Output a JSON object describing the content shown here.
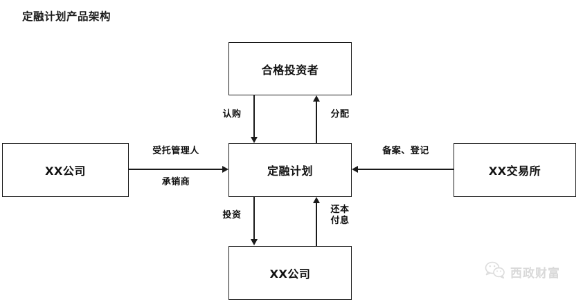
{
  "title": "定融计划产品架构",
  "nodes": {
    "top": {
      "label": "合格投资者"
    },
    "center": {
      "label": "定融计划"
    },
    "bottom": {
      "label": "XX公司"
    },
    "left": {
      "label": "XX公司"
    },
    "right": {
      "label": "XX交易所"
    }
  },
  "edges": {
    "subscribe": {
      "label": "认购",
      "from": "top",
      "to": "center",
      "direction": "down"
    },
    "distribute": {
      "label": "分配",
      "from": "center",
      "to": "top",
      "direction": "up"
    },
    "trustee": {
      "label": "受托管理人",
      "from": "left",
      "to": "center",
      "direction": "right"
    },
    "underwriter": {
      "label": "承销商",
      "from": "left",
      "to": "center",
      "direction": "right"
    },
    "filing": {
      "label": "备案、登记",
      "from": "right",
      "to": "center",
      "direction": "left"
    },
    "invest": {
      "label": "投资",
      "from": "center",
      "to": "bottom",
      "direction": "down"
    },
    "repay": {
      "label": "还本\n付息",
      "from": "bottom",
      "to": "center",
      "direction": "up"
    }
  },
  "watermark": {
    "icon": "wechat-icon",
    "text": "西政财富",
    "color": "#d9d9d9"
  },
  "colors": {
    "stroke": "#1a1a1a",
    "text": "#111111",
    "background": "#ffffff"
  }
}
